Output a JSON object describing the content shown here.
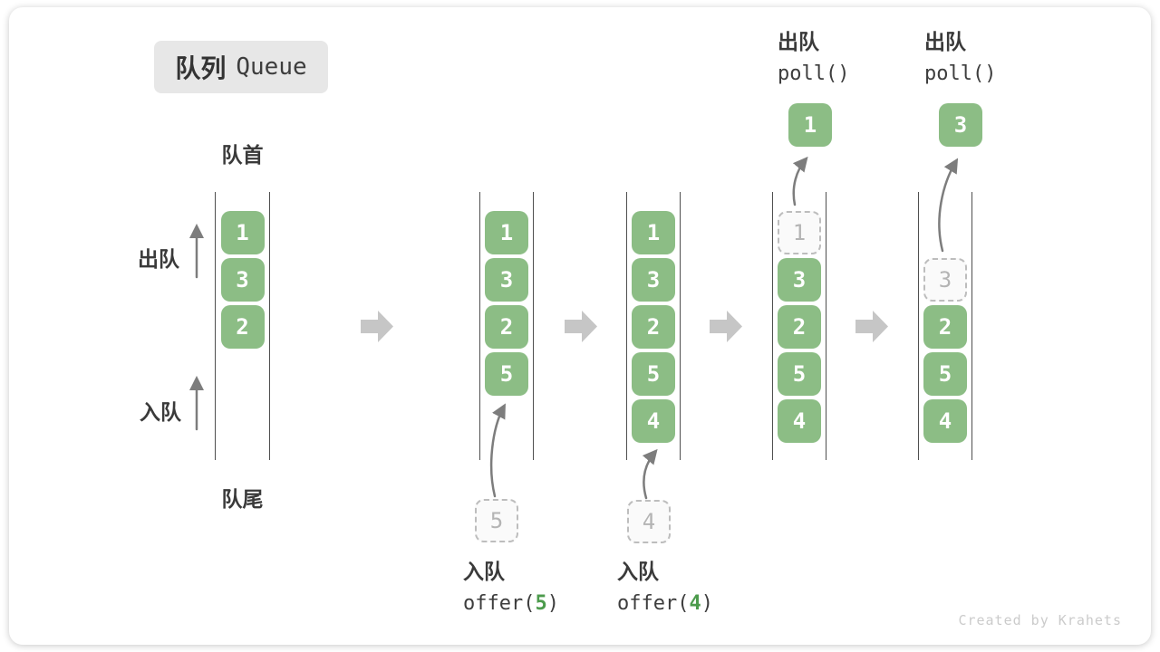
{
  "title": {
    "zh": "队列",
    "en": "Queue"
  },
  "labels": {
    "front": "队首",
    "rear": "队尾",
    "dequeue_side": "出队",
    "enqueue_side": "入队"
  },
  "watermark": "Created by Krahets",
  "colors": {
    "box_green": "#8CBD85",
    "code_arg_green": "#4C9B4C",
    "block_arrow_gray": "#c6c6c6",
    "thin_arrow_gray": "#7d7d7d",
    "dashed_border": "#bdbdbd",
    "title_bg": "#e7e7e7"
  },
  "states": [
    {
      "name": "initial",
      "boxes": [
        {
          "value": "1",
          "style": "filled"
        },
        {
          "value": "3",
          "style": "filled"
        },
        {
          "value": "2",
          "style": "filled"
        }
      ]
    },
    {
      "name": "after-offer-5",
      "boxes": [
        {
          "value": "1",
          "style": "filled"
        },
        {
          "value": "3",
          "style": "filled"
        },
        {
          "value": "2",
          "style": "filled"
        },
        {
          "value": "5",
          "style": "filled"
        }
      ],
      "incoming": {
        "value": "5"
      },
      "op": {
        "label": "入队",
        "code_before": "offer(",
        "code_value": "5",
        "code_after": ")"
      }
    },
    {
      "name": "after-offer-4",
      "boxes": [
        {
          "value": "1",
          "style": "filled"
        },
        {
          "value": "3",
          "style": "filled"
        },
        {
          "value": "2",
          "style": "filled"
        },
        {
          "value": "5",
          "style": "filled"
        },
        {
          "value": "4",
          "style": "filled"
        }
      ],
      "incoming": {
        "value": "4"
      },
      "op": {
        "label": "入队",
        "code_before": "offer(",
        "code_value": "4",
        "code_after": ")"
      }
    },
    {
      "name": "after-poll-1",
      "boxes": [
        {
          "value": "1",
          "style": "dashed"
        },
        {
          "value": "3",
          "style": "filled"
        },
        {
          "value": "2",
          "style": "filled"
        },
        {
          "value": "5",
          "style": "filled"
        },
        {
          "value": "4",
          "style": "filled"
        }
      ],
      "outgoing": {
        "value": "1"
      },
      "op": {
        "label": "出队",
        "code": "poll()"
      }
    },
    {
      "name": "after-poll-3",
      "boxes": [
        {
          "value": "3",
          "style": "dashed"
        },
        {
          "value": "2",
          "style": "filled"
        },
        {
          "value": "5",
          "style": "filled"
        },
        {
          "value": "4",
          "style": "filled"
        }
      ],
      "outgoing": {
        "value": "3"
      },
      "op": {
        "label": "出队",
        "code": "poll()"
      }
    }
  ]
}
